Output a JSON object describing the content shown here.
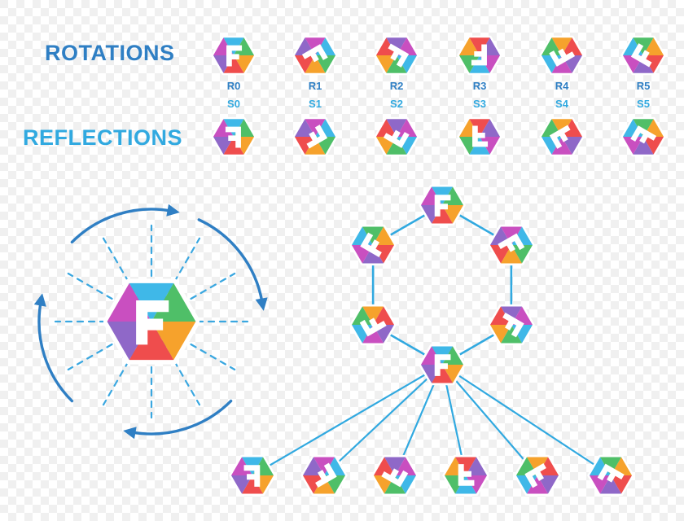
{
  "title_labels": {
    "rotations": "ROTATIONS",
    "reflections": "REFLECTIONS"
  },
  "colors": {
    "rotations_label": "#2f7fc4",
    "reflections_label": "#31a9e0",
    "hex_outline": "#ffffff",
    "arrow_blue": "#2f7fc4",
    "dash_blue": "#3aa7e0",
    "edge_blue": "#31a9e0",
    "wedges": [
      "#f6a22c",
      "#ef4d4d",
      "#8f68c8",
      "#c94fc0",
      "#3fb8e8",
      "#4fbf68"
    ],
    "glyph": "#ffffff"
  },
  "rotation_tiles": [
    {
      "label": "R0",
      "rotation": 0
    },
    {
      "label": "R1",
      "rotation": 60
    },
    {
      "label": "R2",
      "rotation": 120
    },
    {
      "label": "R3",
      "rotation": 180
    },
    {
      "label": "R4",
      "rotation": 240
    },
    {
      "label": "R5",
      "rotation": 300
    }
  ],
  "reflection_tiles": [
    {
      "label": "S0",
      "rotation": 0
    },
    {
      "label": "S1",
      "rotation": 60
    },
    {
      "label": "S2",
      "rotation": 120
    },
    {
      "label": "S3",
      "rotation": 180
    },
    {
      "label": "S4",
      "rotation": 240
    },
    {
      "label": "S5",
      "rotation": 300
    }
  ],
  "big_hexagon": {
    "glyph": "F",
    "mirror_axes": 6,
    "curved_arrows": 4
  },
  "cycle_diagram": {
    "ring_nodes": [
      {
        "rotation": 0
      },
      {
        "rotation": 60
      },
      {
        "rotation": 120
      },
      {
        "rotation": 180
      },
      {
        "rotation": 240
      },
      {
        "rotation": 300
      }
    ],
    "center_node": {
      "glyph": "F",
      "rotation": 0
    },
    "fan_nodes": [
      {
        "rotation": 0
      },
      {
        "rotation": 60
      },
      {
        "rotation": 120
      },
      {
        "rotation": 180
      },
      {
        "rotation": 240
      },
      {
        "rotation": 300
      }
    ]
  }
}
